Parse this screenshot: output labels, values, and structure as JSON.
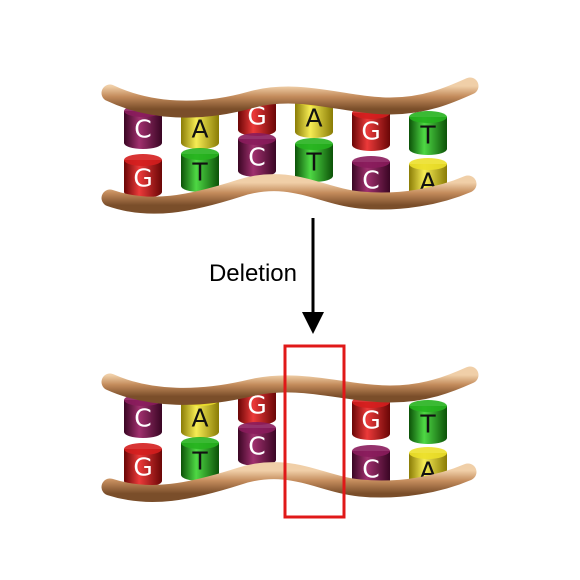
{
  "label": "Deletion",
  "colors": {
    "C": "#8a1c5c",
    "A": "#ece02a",
    "G": "#d41e1e",
    "T": "#26b21e",
    "backbone": "#c0885a",
    "highlight": "#e01818",
    "arrow": "#000000"
  },
  "letter_colors": {
    "C": "#ffffff",
    "A": "#111111",
    "G": "#ffffff",
    "T": "#111111"
  },
  "original": {
    "top": [
      "C",
      "A",
      "G",
      "A",
      "G",
      "T"
    ],
    "bottom": [
      "G",
      "T",
      "C",
      "T",
      "C",
      "A"
    ]
  },
  "mutated": {
    "top": [
      "C",
      "A",
      "G",
      "",
      "G",
      "T"
    ],
    "bottom": [
      "G",
      "T",
      "C",
      "",
      "C",
      "A"
    ],
    "deleted_index": 3
  }
}
